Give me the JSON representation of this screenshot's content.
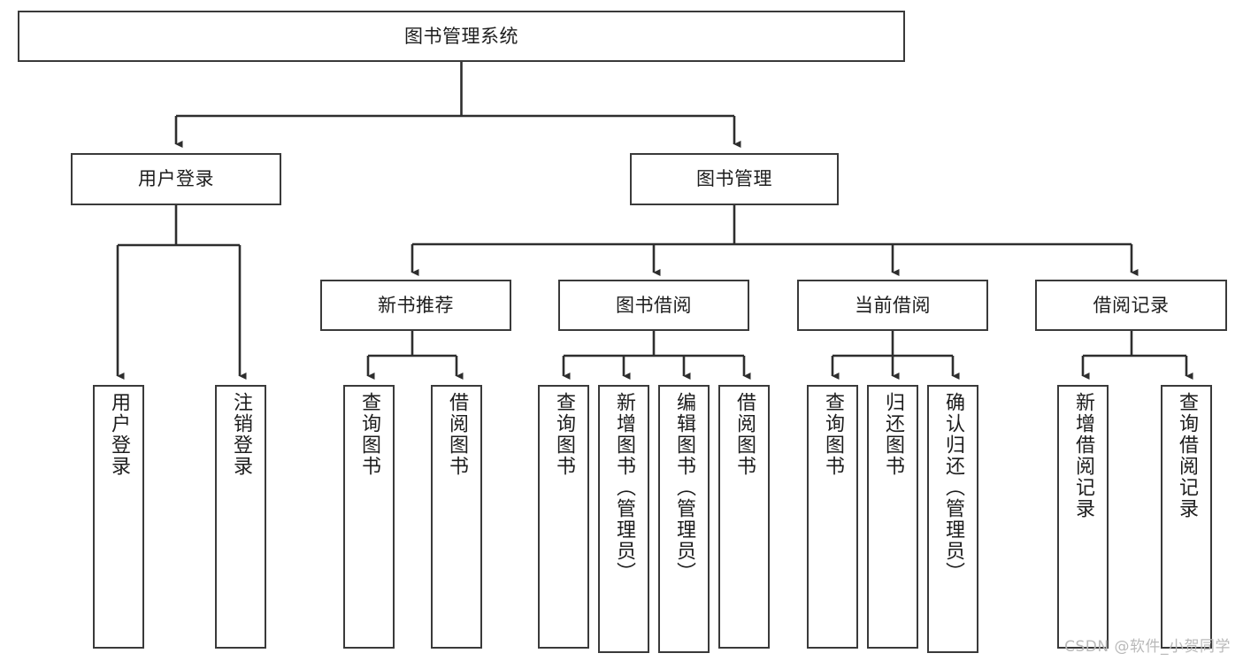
{
  "diagram": {
    "title": "图书管理系统",
    "root": {
      "id": "root",
      "label": "图书管理系统"
    },
    "level2": [
      {
        "id": "user-login",
        "label": "用户登录"
      },
      {
        "id": "book-management",
        "label": "图书管理"
      }
    ],
    "level3": [
      {
        "id": "new-book-recommend",
        "label": "新书推荐"
      },
      {
        "id": "book-borrow",
        "label": "图书借阅"
      },
      {
        "id": "current-borrow",
        "label": "当前借阅"
      },
      {
        "id": "borrow-record",
        "label": "借阅记录"
      }
    ],
    "leaves": {
      "user-login": [
        {
          "id": "leaf-user-login",
          "label": "用户登录"
        },
        {
          "id": "leaf-logout",
          "label": "注销登录"
        }
      ],
      "new-book-recommend": [
        {
          "id": "leaf-query-book-1",
          "label": "查询图书"
        },
        {
          "id": "leaf-borrow-book-1",
          "label": "借阅图书"
        }
      ],
      "book-borrow": [
        {
          "id": "leaf-query-book-2",
          "label": "查询图书"
        },
        {
          "id": "leaf-add-book",
          "label": "新增图书（管理员）"
        },
        {
          "id": "leaf-edit-book",
          "label": "编辑图书（管理员）"
        },
        {
          "id": "leaf-borrow-book-2",
          "label": "借阅图书"
        }
      ],
      "current-borrow": [
        {
          "id": "leaf-query-book-3",
          "label": "查询图书"
        },
        {
          "id": "leaf-return-book",
          "label": "归还图书"
        },
        {
          "id": "leaf-confirm-return",
          "label": "确认归还（管理员）"
        }
      ],
      "borrow-record": [
        {
          "id": "leaf-add-record",
          "label": "新增借阅记录"
        },
        {
          "id": "leaf-query-record",
          "label": "查询借阅记录"
        }
      ]
    },
    "colors": {
      "border": "#3a3a3a",
      "text": "#1d1d1d",
      "background": "#ffffff",
      "watermark": "#b9b9b9"
    }
  },
  "watermark": {
    "text": "CSDN @软件_小贺同学"
  }
}
